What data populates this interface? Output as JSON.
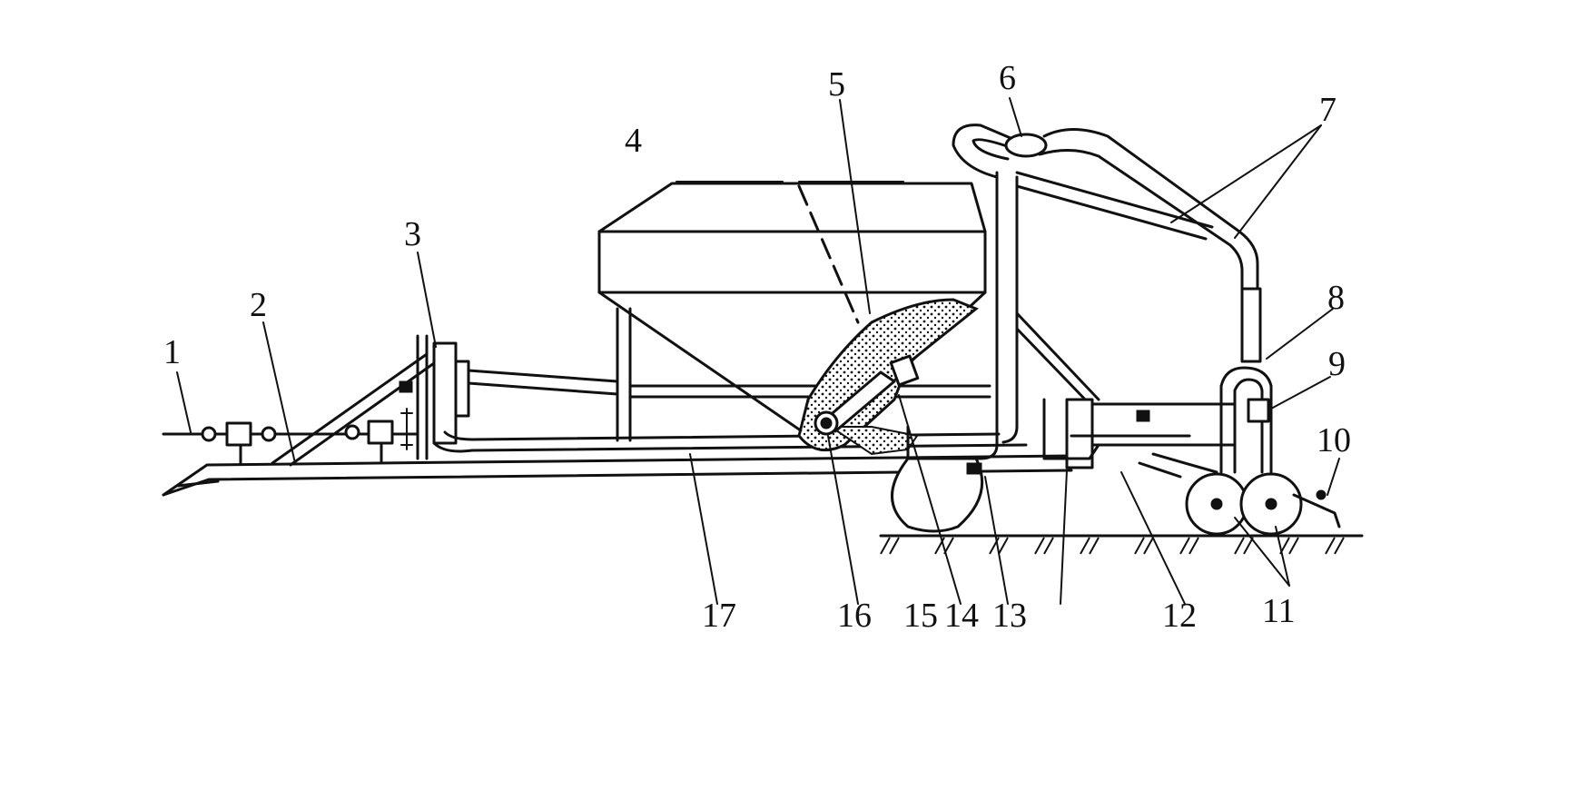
{
  "diagram": {
    "labels": [
      "1",
      "2",
      "3",
      "4",
      "5",
      "6",
      "7",
      "8",
      "9",
      "10",
      "11",
      "12",
      "13",
      "14",
      "15",
      "16",
      "17"
    ]
  }
}
